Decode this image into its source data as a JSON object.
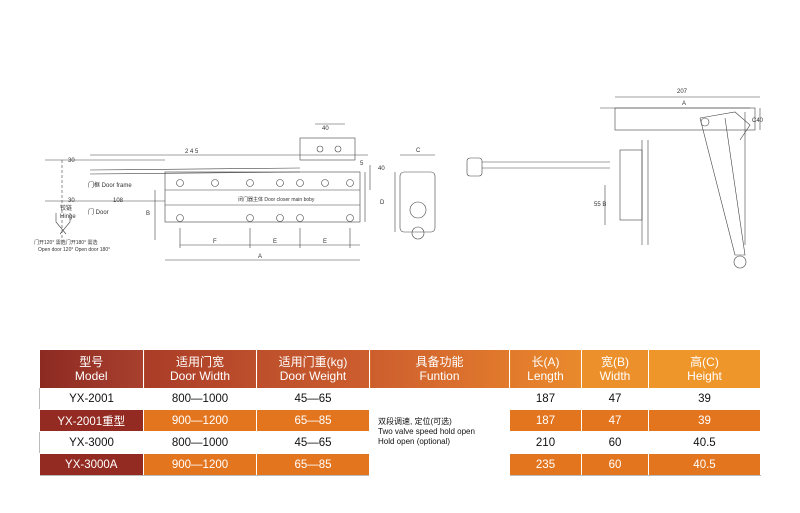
{
  "drawing": {
    "left": {
      "dim_30_top": "30",
      "dim_245": "2 4 5",
      "door_frame": "门框 Door frame",
      "dim_30_hinge": "30",
      "dim_108": "108",
      "door": "门 Door",
      "hinge_cn": "铰链",
      "hinge_en": "Hinge",
      "open_cn": "门开120° 需选门开180° 需选",
      "open_en": "Open door 120°  Open door 180°",
      "dim_40": "40",
      "dim_5": "5",
      "dim_40_side": "40",
      "main_body": "闭门器主体 Door closer main boby",
      "label_b": "B",
      "label_f": "F",
      "label_e1": "E",
      "label_e2": "E",
      "label_a": "A",
      "label_d": "D",
      "label_c": "C"
    },
    "right": {
      "dim_207": "207",
      "label_a": "A",
      "label_c40": "C40",
      "label_55b": "55 B"
    }
  },
  "table": {
    "headers": [
      {
        "cn": "型号",
        "en": "Model"
      },
      {
        "cn": "适用门宽",
        "en": "Door Width"
      },
      {
        "cn": "适用门重(kg)",
        "en": "Door Weight"
      },
      {
        "cn": "具备功能",
        "en": "Funtion"
      },
      {
        "cn": "长(A)",
        "en": "Length"
      },
      {
        "cn": "宽(B)",
        "en": "Width"
      },
      {
        "cn": "高(C)",
        "en": "Height"
      }
    ],
    "rows": [
      {
        "model": "YX-2001",
        "width": "800—1000",
        "weight": "45—65",
        "length": "187",
        "w": "47",
        "height": "39"
      },
      {
        "model": "YX-2001重型",
        "width": "900—1200",
        "weight": "65—85",
        "length": "187",
        "w": "47",
        "height": "39"
      },
      {
        "model": "YX-3000",
        "width": "800—1000",
        "weight": "45—65",
        "length": "210",
        "w": "60",
        "height": "40.5"
      },
      {
        "model": "YX-3000A",
        "width": "900—1200",
        "weight": "65—85",
        "length": "235",
        "w": "60",
        "height": "40.5"
      }
    ],
    "function": {
      "line1": "双段调速, 定位(可选)",
      "line2": "Two valve speed hold open",
      "line3": "Hold open (optional)"
    }
  }
}
